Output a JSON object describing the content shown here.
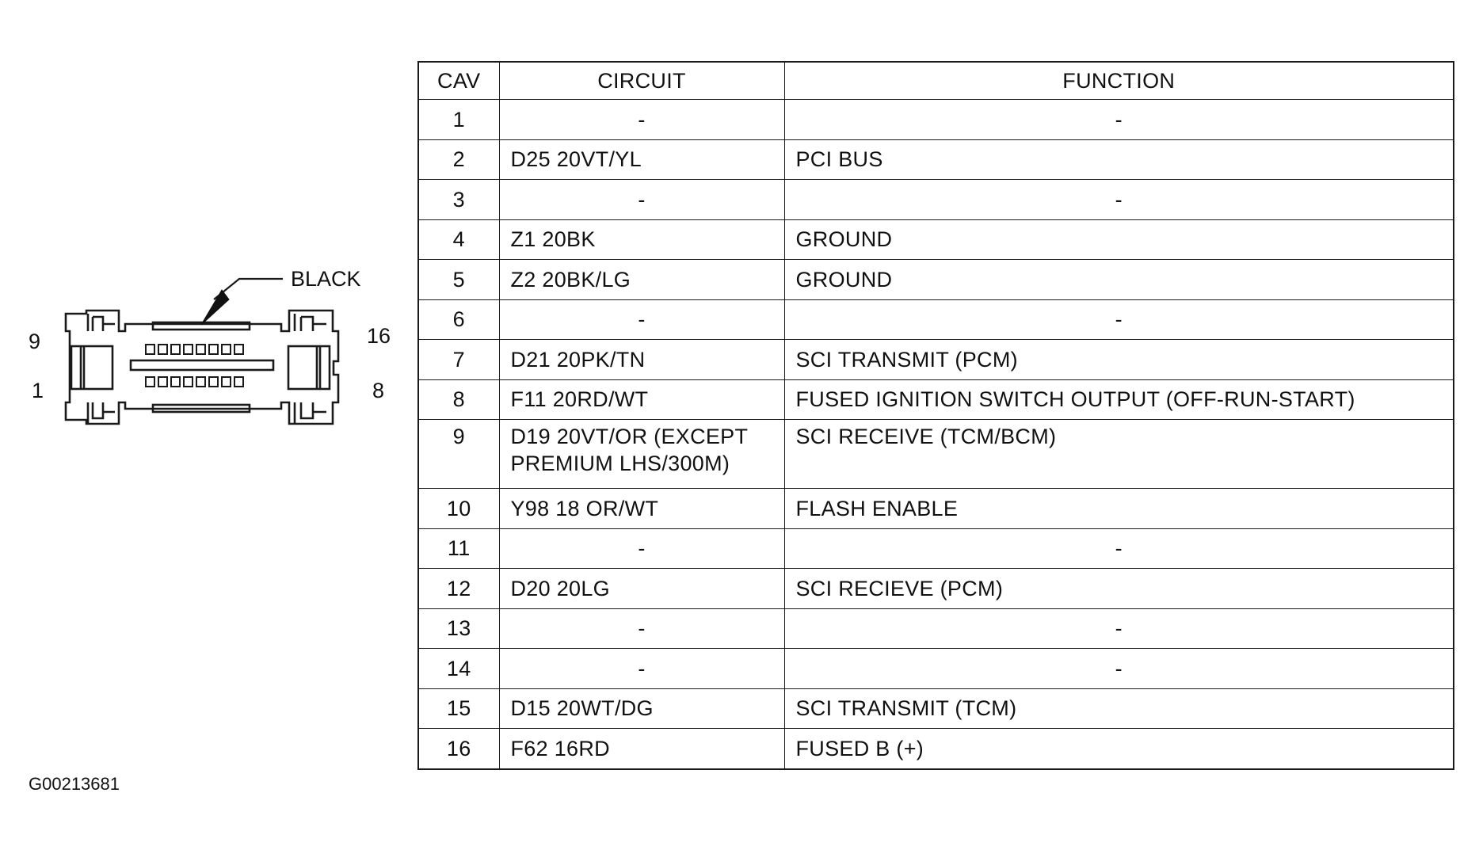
{
  "connector": {
    "color_label": "BLACK",
    "pin_labels": {
      "top_left": "9",
      "bottom_left": "1",
      "top_right": "16",
      "bottom_right": "8"
    }
  },
  "table": {
    "headers": {
      "cav": "CAV",
      "circuit": "CIRCUIT",
      "function": "FUNCTION"
    },
    "rows": [
      {
        "cav": "1",
        "circuit": "-",
        "function": "-"
      },
      {
        "cav": "2",
        "circuit": "D25 20VT/YL",
        "function": "PCI BUS"
      },
      {
        "cav": "3",
        "circuit": "-",
        "function": "-"
      },
      {
        "cav": "4",
        "circuit": "Z1 20BK",
        "function": "GROUND"
      },
      {
        "cav": "5",
        "circuit": "Z2 20BK/LG",
        "function": "GROUND"
      },
      {
        "cav": "6",
        "circuit": "-",
        "function": "-"
      },
      {
        "cav": "7",
        "circuit": "D21 20PK/TN",
        "function": "SCI TRANSMIT (PCM)"
      },
      {
        "cav": "8",
        "circuit": "F11 20RD/WT",
        "function": "FUSED IGNITION SWITCH OUTPUT (OFF-RUN-START)"
      },
      {
        "cav": "9",
        "circuit": "D19 20VT/OR (EXCEPT\nPREMIUM LHS/300M)",
        "function": "SCI RECEIVE (TCM/BCM)"
      },
      {
        "cav": "10",
        "circuit": "Y98 18 OR/WT",
        "function": "FLASH ENABLE"
      },
      {
        "cav": "11",
        "circuit": "-",
        "function": "-"
      },
      {
        "cav": "12",
        "circuit": "D20 20LG",
        "function": "SCI RECIEVE (PCM)"
      },
      {
        "cav": "13",
        "circuit": "-",
        "function": "-"
      },
      {
        "cav": "14",
        "circuit": "-",
        "function": "-"
      },
      {
        "cav": "15",
        "circuit": "D15 20WT/DG",
        "function": "SCI TRANSMIT (TCM)"
      },
      {
        "cav": "16",
        "circuit": "F62 16RD",
        "function": "FUSED B (+)"
      }
    ]
  },
  "figure_id": "G00213681"
}
